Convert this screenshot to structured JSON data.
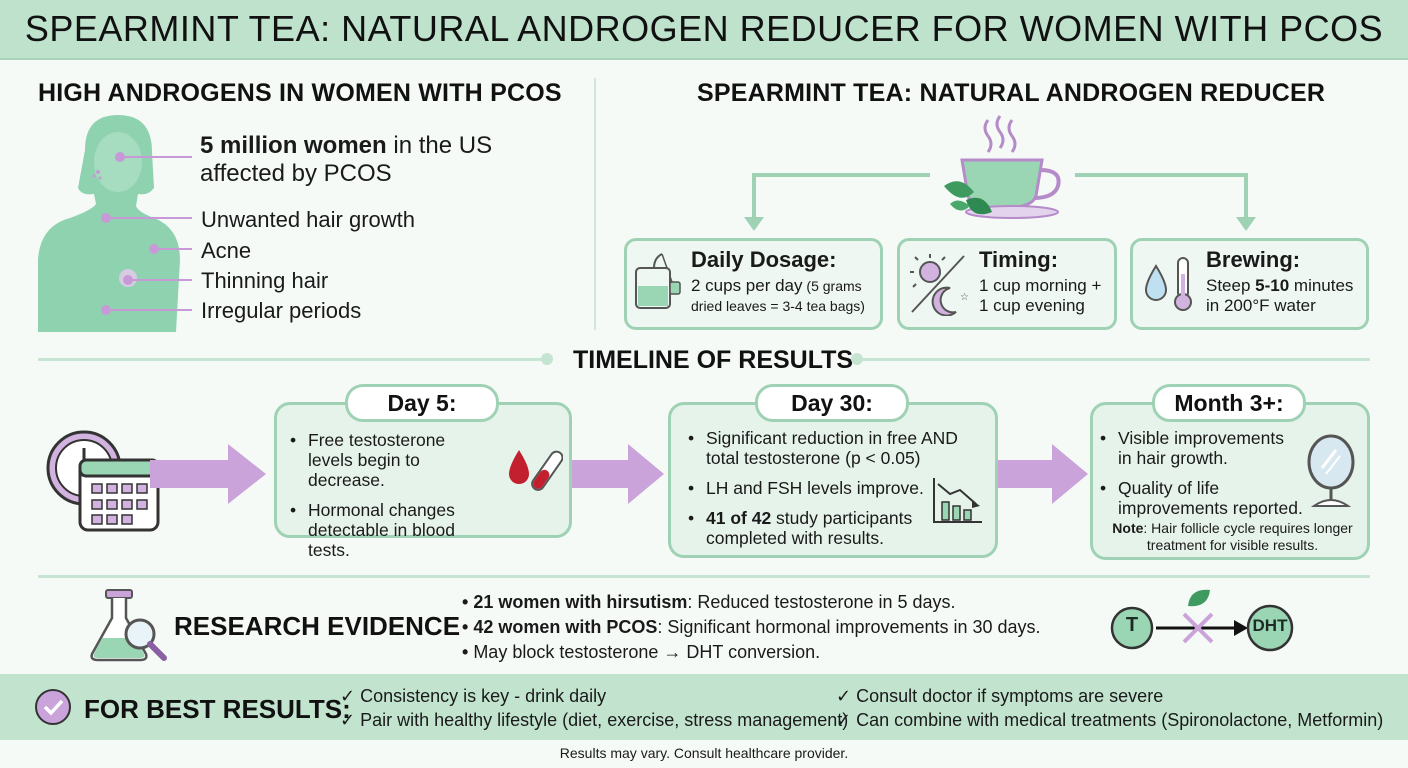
{
  "title": "SPEARMINT TEA: NATURAL ANDROGEN REDUCER FOR WOMEN WITH PCOS",
  "left": {
    "heading": "HIGH ANDROGENS IN WOMEN WITH PCOS",
    "stat_bold": "5 million women",
    "stat_rest_1": " in the US",
    "stat_rest_2": "affected by PCOS",
    "symptoms": [
      "Unwanted hair growth",
      "Acne",
      "Thinning hair",
      "Irregular periods"
    ]
  },
  "right": {
    "heading": "SPEARMINT TEA: NATURAL ANDROGEN REDUCER",
    "cards": [
      {
        "title": "Daily Dosage:",
        "line1": "2 cups per day",
        "line1_small": " (5 grams",
        "line2": "dried leaves = 3-4 tea bags)"
      },
      {
        "title": "Timing:",
        "line1": "1 cup morning +",
        "line2": "1 cup evening"
      },
      {
        "title": "Brewing:",
        "line1_a": "Steep ",
        "line1_b": "5-10",
        "line1_c": " minutes",
        "line2": "in 200°F water"
      }
    ]
  },
  "timeline": {
    "heading": "TIMELINE OF RESULTS",
    "stages": [
      {
        "label": "Day 5:",
        "bullets": [
          "Free testosterone levels begin to decrease.",
          "Hormonal changes detectable in blood tests."
        ]
      },
      {
        "label": "Day 30:",
        "bullets": [
          "Significant reduction in free AND total testosterone (p < 0.05)",
          "LH and FSH levels improve."
        ],
        "bold_bullet_bold": "41 of 42",
        "bold_bullet_rest": " study participants completed with results."
      },
      {
        "label": "Month 3+:",
        "bullets": [
          "Visible improvements in hair growth.",
          "Quality of life improvements reported."
        ],
        "note_bold": "Note",
        "note_rest": ": Hair follicle cycle requires longer treatment for visible results."
      }
    ]
  },
  "research": {
    "heading": "RESEARCH EVIDENCE",
    "items": [
      {
        "bold": "21 women with hirsutism",
        "rest": ": Reduced testosterone in 5 days."
      },
      {
        "bold": "42 women with PCOS",
        "rest": ": Significant hormonal improvements in 30 days."
      },
      {
        "bold": "",
        "rest": "May block testosterone → DHT conversion."
      }
    ],
    "t_label": "T",
    "dht_label": "DHT"
  },
  "best": {
    "heading": "FOR BEST RESULTS:",
    "items": [
      "✓ Consistency is key - drink daily",
      "✓ Pair with healthy lifestyle (diet, exercise, stress management)",
      "✓ Consult doctor if symptoms are severe",
      "✓ Can combine with medical treatments (Spironolactone, Metformin)"
    ]
  },
  "footer": "Results may vary. Consult healthcare provider.",
  "colors": {
    "mint": "#9fd2b4",
    "mint_bg": "#bfe2cd",
    "purple": "#c9a3d9",
    "purple_dark": "#8a5fa3"
  }
}
